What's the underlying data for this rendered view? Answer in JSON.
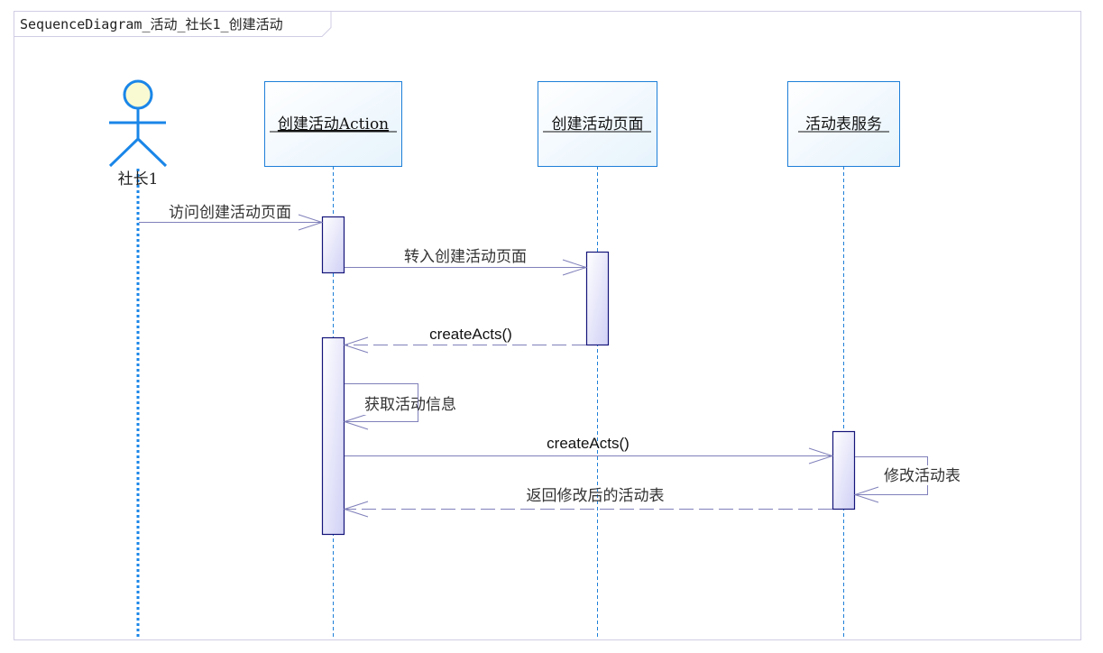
{
  "frame": {
    "title": "SequenceDiagram_活动_社长1_创建活动"
  },
  "colors": {
    "frame_border": "#d0cde4",
    "lifeline_border": "#1e7fd8",
    "lifeline_fill_top": "#ffffff",
    "lifeline_fill_bottom": "#e8f4fc",
    "lifeline_dash": "#1e7fd8",
    "actor_stroke": "#1a86e8",
    "actor_head_fill": "#fafad2",
    "activation_border": "#14147a",
    "activation_fill_light": "#ffffff",
    "activation_fill_dark": "#d2d2f7",
    "message_line": "#8080bb"
  },
  "actor": {
    "id": "actor-shezhang1",
    "label": "社长1"
  },
  "lifelines": [
    {
      "id": "action",
      "label": "创建活动Action"
    },
    {
      "id": "page",
      "label": "创建活动页面"
    },
    {
      "id": "service",
      "label": "活动表服务"
    }
  ],
  "messages": [
    {
      "from": "actor",
      "to": "action",
      "type": "sync",
      "label": "访问创建活动页面"
    },
    {
      "from": "action",
      "to": "page",
      "type": "sync",
      "label": "转入创建活动页面"
    },
    {
      "from": "page",
      "to": "action",
      "type": "return",
      "label": "createActs()"
    },
    {
      "from": "action",
      "to": "action",
      "type": "self",
      "label": "获取活动信息"
    },
    {
      "from": "action",
      "to": "service",
      "type": "sync",
      "label": "createActs()"
    },
    {
      "from": "service",
      "to": "service",
      "type": "self",
      "label": "修改活动表"
    },
    {
      "from": "service",
      "to": "action",
      "type": "return",
      "label": "返回修改后的活动表"
    }
  ]
}
